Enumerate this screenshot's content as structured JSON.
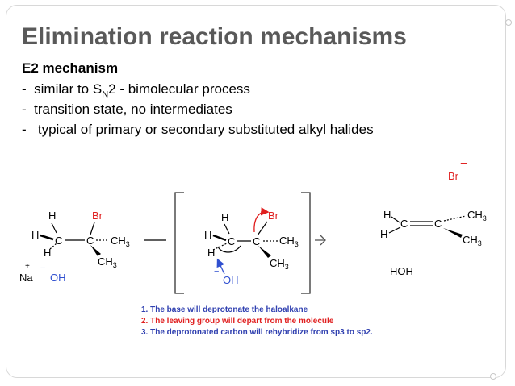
{
  "title": "Elimination reaction mechanisms",
  "subtitle": "E2 mechanism",
  "bullets": [
    {
      "dash": "-",
      "before": "similar to S",
      "sub": "N",
      "after": "2   -   bimolecular process"
    },
    {
      "dash": "-",
      "text": "transition state, no intermediates"
    },
    {
      "dash": "-",
      "text": "typical of primary or secondary substituted alkyl halides"
    }
  ],
  "reactant": {
    "h1": "H",
    "h2": "H",
    "h3": "H",
    "c1": "C",
    "c2": "C",
    "br": "Br",
    "ch3": "CH",
    "ch3_sub": "3",
    "ch3b": "CH",
    "ch3b_sub": "3",
    "na": "Na",
    "na_charge": "+",
    "oh": "OH",
    "oh_charge": "−"
  },
  "ts": {
    "h1": "H",
    "h2": "H",
    "h3": "H",
    "c1": "C",
    "c2": "C",
    "br": "Br",
    "ch3": "CH",
    "ch3_sub": "3",
    "ch3b": "CH",
    "ch3b_sub": "3",
    "oh": "OH",
    "oh_charge": "−"
  },
  "product": {
    "br": "Br",
    "br_charge": "−",
    "h1": "H",
    "h2": "H",
    "c1": "C",
    "c2": "C",
    "ch3": "CH",
    "ch3_sub": "3",
    "ch3b": "CH",
    "ch3b_sub": "3",
    "hoh": "HOH"
  },
  "steps": [
    {
      "text": "1. The base will deprotonate the haloalkane",
      "color": "#3040b0"
    },
    {
      "text": "2. The leaving group will depart from the molecule",
      "color": "#e02020"
    },
    {
      "text": "3. The deprotonated carbon will rehybridize from sp3 to sp2.",
      "color": "#3040b0"
    }
  ],
  "colors": {
    "title": "#595959",
    "br": "#e02020",
    "oh": "#3050d0",
    "arrow_blue": "#3050d0",
    "arrow_red": "#e02020",
    "bracket": "#333333"
  }
}
